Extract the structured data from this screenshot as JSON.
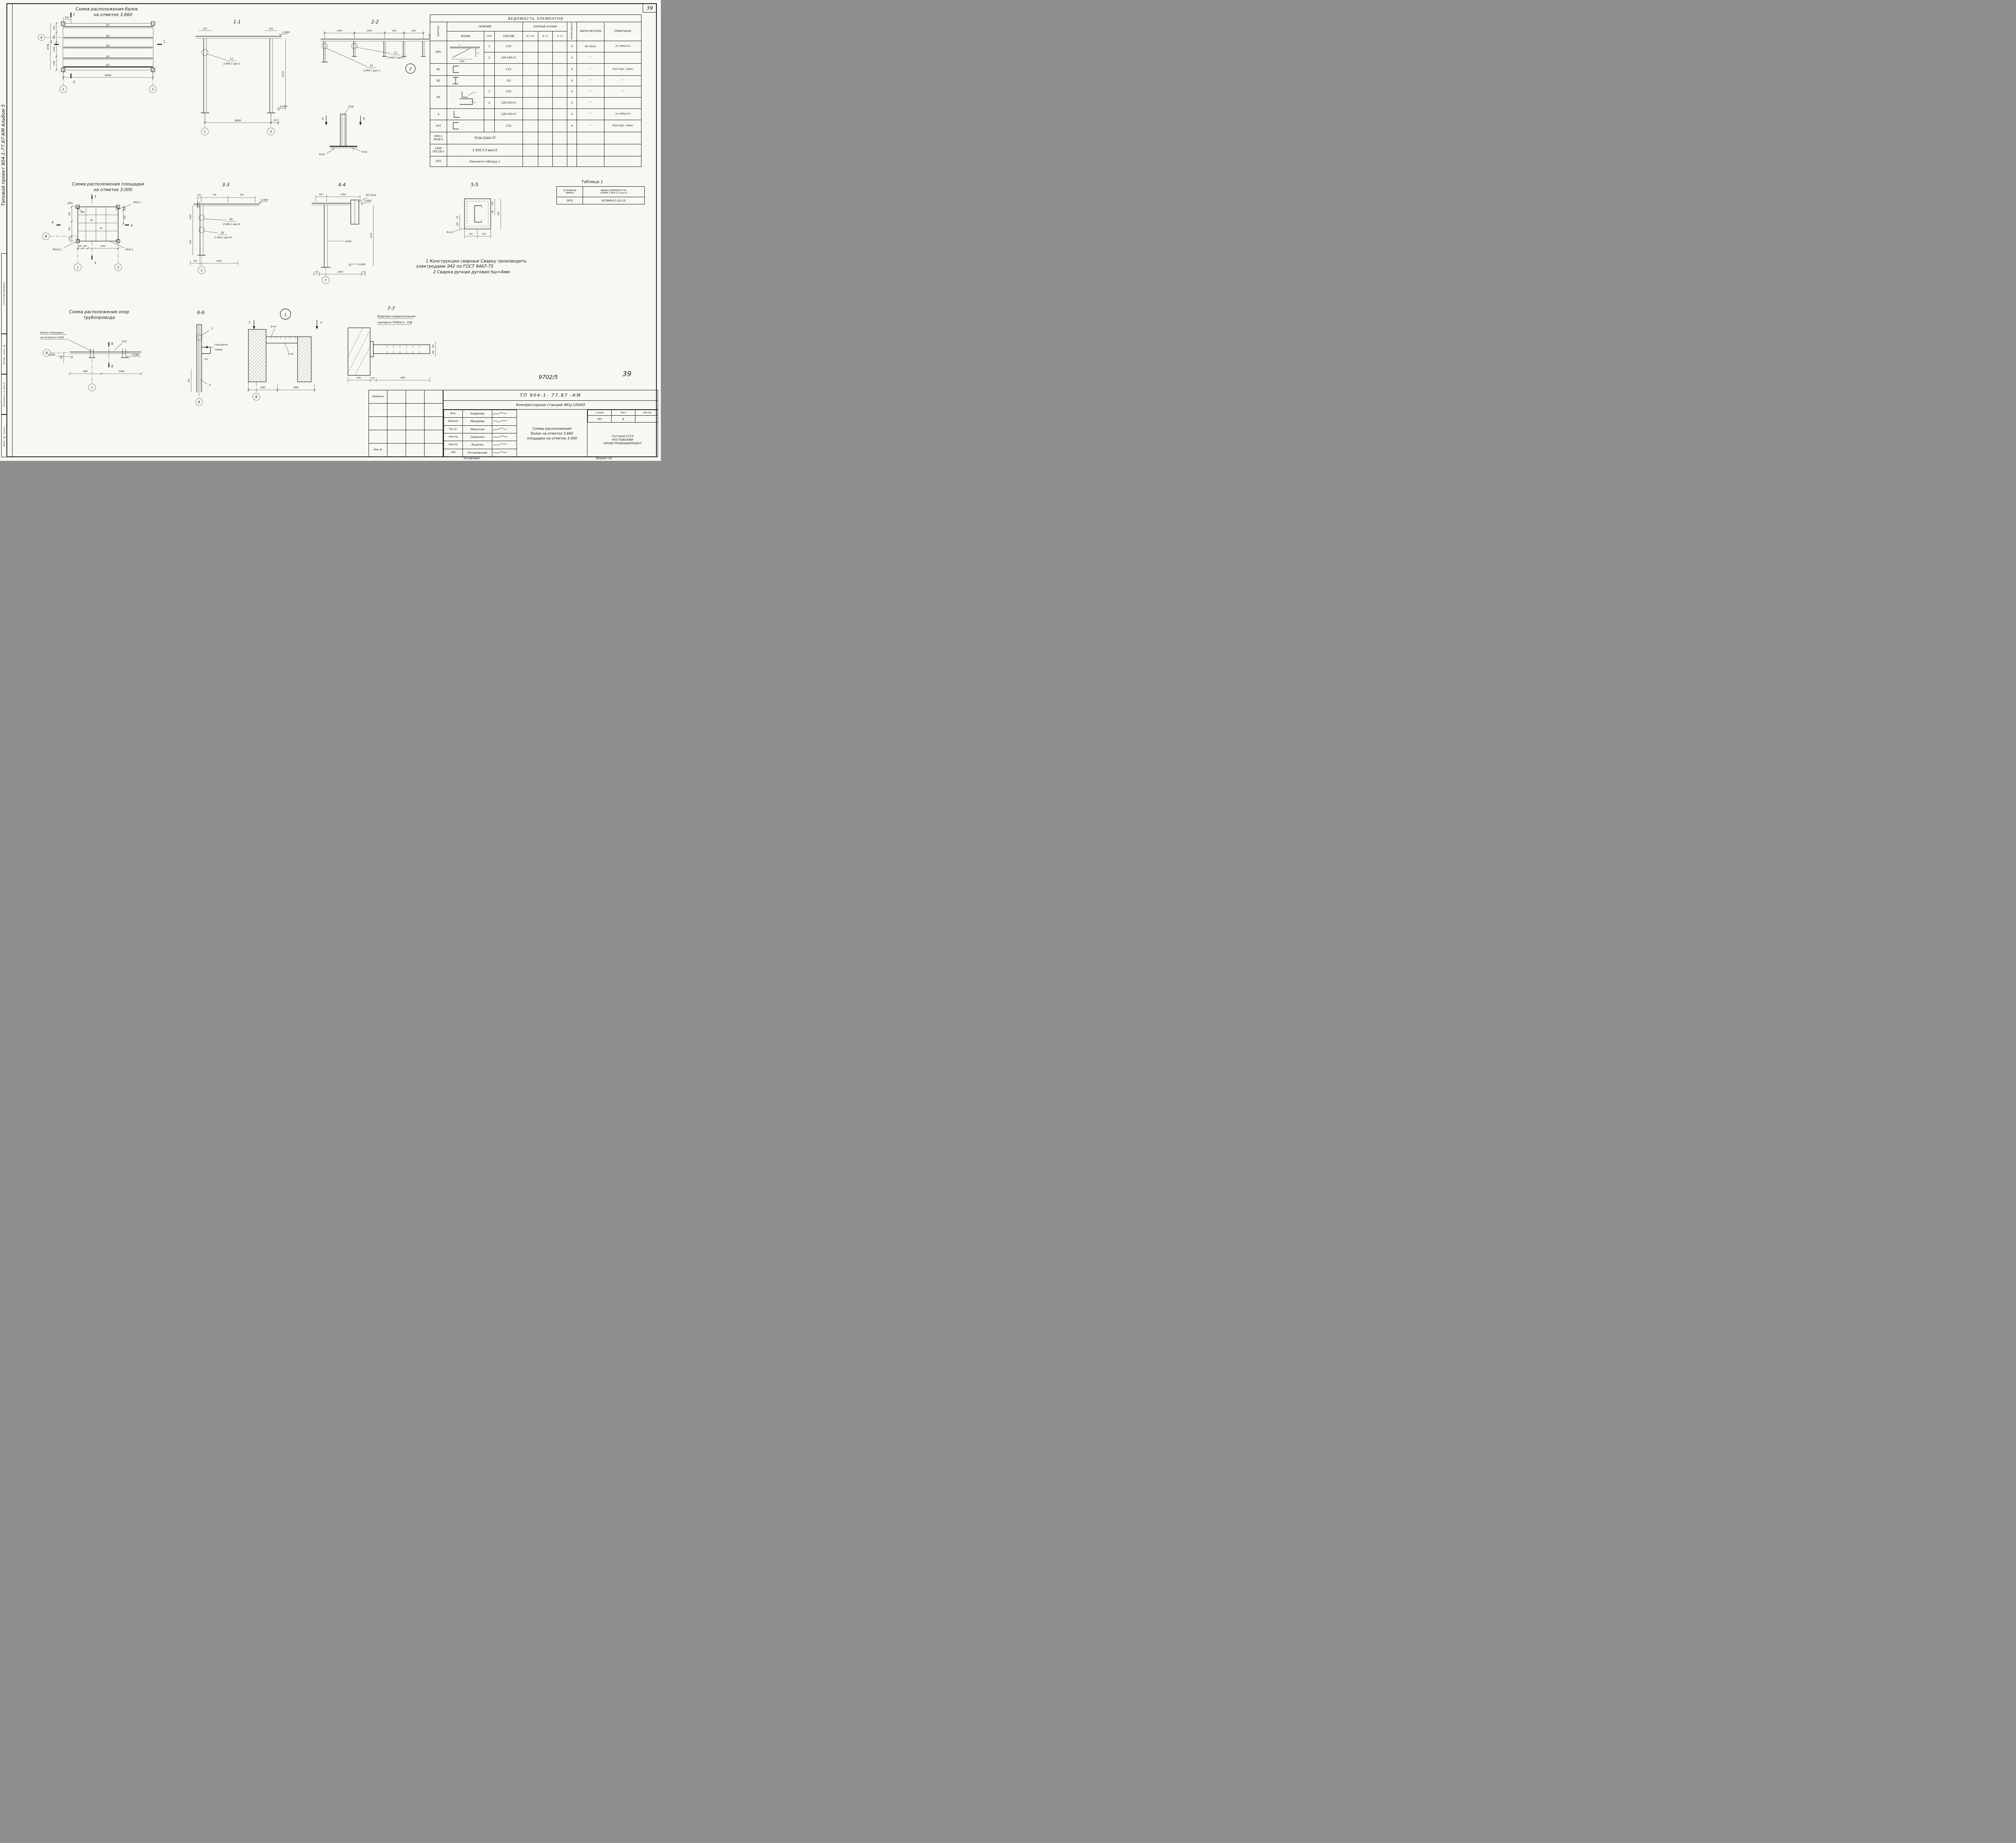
{
  "sheet": {
    "corner_page": "39",
    "doc_number": "9702/5",
    "big_sheet_no": "39",
    "kopiroval": "Копировал",
    "format": "Формат А2"
  },
  "margin": {
    "project": "Типовой проект 904-1-77.87-КМ Альбом 5",
    "soglasovano": "СОГЛАСОВАНО",
    "vzam": "Взам. инв. №",
    "podp": "Подпись и дата",
    "inv": "Инв. № подл."
  },
  "plan_beams": {
    "title1": "Схема расположения балок",
    "title2": "на отметке 3.660",
    "b1": "Б1",
    "d500": "500",
    "d930a": "930",
    "d930b": "930",
    "d1430": "1430",
    "d1400": "1400",
    "d4740": "4740",
    "d6000": "6000",
    "axis_b": "Б",
    "g1": "1",
    "g2": "2",
    "cut1": "1",
    "cut2": "2"
  },
  "sec11": {
    "title": "1-1",
    "d120": "120",
    "d100": "100",
    "elev_top": "3.660",
    "elev_bot": "-0.050",
    "d3710": "3710",
    "w_num": "12",
    "w_ref": "2.440-1 вып.1",
    "d6000": "6000",
    "d150": "150",
    "g1": "1",
    "g2": "2"
  },
  "sec22": {
    "title": "2-2",
    "d1400": "1400",
    "d1430": "1430",
    "d930a": "930",
    "d930b": "930",
    "elev": "3.660",
    "w1_num": "12",
    "w1_ref": "2.440-1 вып.1",
    "w2_num": "35",
    "w2_ref": "2.440-1 вып.1",
    "circ2": "2"
  },
  "det_c10": {
    "label": "С10",
    "cut5": "5",
    "b8": "б=8"
  },
  "vedomost": {
    "title": "ВЕДОМОСТЬ ЭЛЕМЕНТОВ",
    "h": {
      "marka": "МАРКА",
      "sechenie": "СЕЧЕНИЕ",
      "eskiz": "ЭСКИЗ",
      "poz": "ПОЗ",
      "sostav": "СОСТАВ",
      "oporn": "ОПОРНЫЕ УСИЛИЯ",
      "m": "М, тсм",
      "n": "N, тс",
      "a": "а, тс",
      "gruppa": "ГРУППА КОНСТР.",
      "metall": "МАРКА МЕТАЛЛА",
      "prim": "ПРИМЕЧАНИЕ"
    },
    "rows": [
      {
        "marka": "КР1",
        "poz": "1",
        "sostav": "С10",
        "gr": "4",
        "met": "ВСт3кп2",
        "prim": "по гибкости",
        "sk1": "1",
        "sk2": "2",
        "skd": "1000"
      },
      {
        "poz": "2",
        "sostav": "L63×63×5",
        "gr": "4",
        "met": "\"",
        "prim": ""
      },
      {
        "marka": "Б1",
        "sostav": "С12",
        "gr": "4",
        "met": "\"",
        "prim": "Конструк- тивно"
      },
      {
        "marka": "Б2",
        "sostav": "I10",
        "gr": "4",
        "met": "\"",
        "prim": "\""
      },
      {
        "marka": "Б3",
        "poz": "1",
        "sostav": "С10",
        "gr": "4",
        "met": "\"",
        "prim": "\"",
        "sk1": "1",
        "sk2": "2"
      },
      {
        "poz": "2",
        "sostav": "L50×50×5",
        "gr": "4",
        "met": "\""
      },
      {
        "marka": "а",
        "sostav": "L50×50×5",
        "gr": "4",
        "met": "\"",
        "prim": "по гибкости"
      },
      {
        "marka": "СК1",
        "sostav": "С10",
        "gr": "4",
        "met": "\"",
        "prim": "Конструк- тивно"
      },
      {
        "marka1": "РН5-1",
        "marka2": "РН16-1",
        "span": "ТУ36-2044-77"
      },
      {
        "marka1": "СХ40",
        "marka2": "ОГС18.4",
        "span": "1.450.3-3 вып.0"
      },
      {
        "marka": "ОП1",
        "span": "Смотрите таблицу 1"
      }
    ]
  },
  "plan_platform": {
    "title1": "Схема расположения площадки",
    "title2": "на отметке 3.000",
    "rn51_top": "РН5-1",
    "op1": "ОП1",
    "rn141": "РН14-1",
    "rn51_bot": "РН5-1",
    "kr1": "КР1",
    "b2": "Б2",
    "b3": "Б3",
    "dl": [
      "700",
      "700",
      "230"
    ],
    "dr": [
      "150",
      "650"
    ],
    "db": [
      "200",
      "200",
      "1200"
    ],
    "cut3": "3",
    "cut4": "4",
    "g1": "1",
    "g2": "2",
    "axis_v": "В"
  },
  "sec33": {
    "title": "3-3",
    "dt": [
      "100",
      "700",
      "700"
    ],
    "elev": "3.000",
    "w1_num": "90",
    "w1_ref": "2.440-1 вып.6",
    "w2_num": "92",
    "w2_ref": "2.440-1 вып.6",
    "d1000": "1000",
    "d650": "650",
    "db": [
      "250",
      "1000"
    ],
    "g1": "1"
  },
  "sec44": {
    "title": "4-4",
    "dt": [
      "400",
      "1200"
    ],
    "ogs": "ОГС18.4",
    "elev_top": "3.000",
    "sx40": "СХ40",
    "elev_bot": "0.000",
    "d2100": "2100",
    "db": [
      "200",
      "1400",
      "150"
    ],
    "gg": "Г"
  },
  "sec55": {
    "title": "5-5",
    "dl": [
      "50",
      "100"
    ],
    "dr": [
      "120",
      "80",
      "200"
    ],
    "db": [
      "100",
      "100"
    ],
    "b12": "б=12"
  },
  "table1": {
    "title": "Таблица 1",
    "h1a": "УСЛОВНАЯ",
    "h1b": "МАРКА",
    "h2a": "МАРКА ЭЛЕМЕНТА ПО",
    "h2b": "СЕРИИ 1.450.3-3 вып.0",
    "c1": "ОП1",
    "c2": "ОГЛМХЭ 5-10.15"
  },
  "notes": {
    "l1": "1 Конструкции сварные Сварку производить",
    "l2": "электродами Э42 по ГОСТ 9467-75",
    "l3": "2 Сварка ручная дуговая hш=4мм"
  },
  "plan_supports": {
    "title1": "Схема расположения опор",
    "title2": "трубопровода",
    "balka1": "Балка площадки",
    "balka2": "на отметке 3.000",
    "sk1": "СК1",
    "cutb": "Б",
    "elev_l": "4.295",
    "elev_r": "4.290",
    "d350": "350",
    "db": [
      "850",
      "1000"
    ],
    "g1": "1",
    "axis_v": "В"
  },
  "sec66": {
    "title": "6-6",
    "n1": "1",
    "n2": "2",
    "sk1": "СК1",
    "note1": "Смотрите",
    "note2": "схему",
    "d350": "350",
    "axis_v": "В"
  },
  "view1": {
    "circ": "1",
    "b8": "б=8",
    "cut7": "7",
    "d350": "350",
    "d400": "400",
    "axis_v": "В"
  },
  "sec77": {
    "title": "7-7",
    "note1": "Изделие соединительное",
    "note2": "смотрите ТП904-1-   -КЖ",
    "db": [
      "200",
      "100",
      "450"
    ],
    "dr": [
      "100",
      "100"
    ]
  },
  "stamp": {
    "privyazan": "Привязан",
    "inv_no": "Инв. №",
    "doc": "ТП 904-1- 77.87  -КМ",
    "object": "Компрессорная станция 4КЦ-100АО",
    "roles": [
      {
        "r": "Инж.",
        "n": "Андреева"
      },
      {
        "r": "Вединж",
        "n": "Макарова"
      },
      {
        "r": "Рук.гр.",
        "n": "Моргунов"
      },
      {
        "r": "Начотд",
        "n": "Саакьянц"
      },
      {
        "r": "Нконтр",
        "n": "Луценко"
      },
      {
        "r": "ГИП",
        "n": "Осташевский"
      }
    ],
    "t1": "Схемы расположения",
    "t2": "балок на отметке 3.660",
    "t3": "площадки на отметке 3.000",
    "h_st": "Стадия",
    "h_l": "Лист",
    "h_ll": "Листов",
    "st": "РП",
    "l": "6",
    "ll": "",
    "org1": "Госстрой СССР",
    "org2": "РОСТОВСКИЙ",
    "org3": "ПРОМСТРОЙНИИПРОЕКТ"
  }
}
